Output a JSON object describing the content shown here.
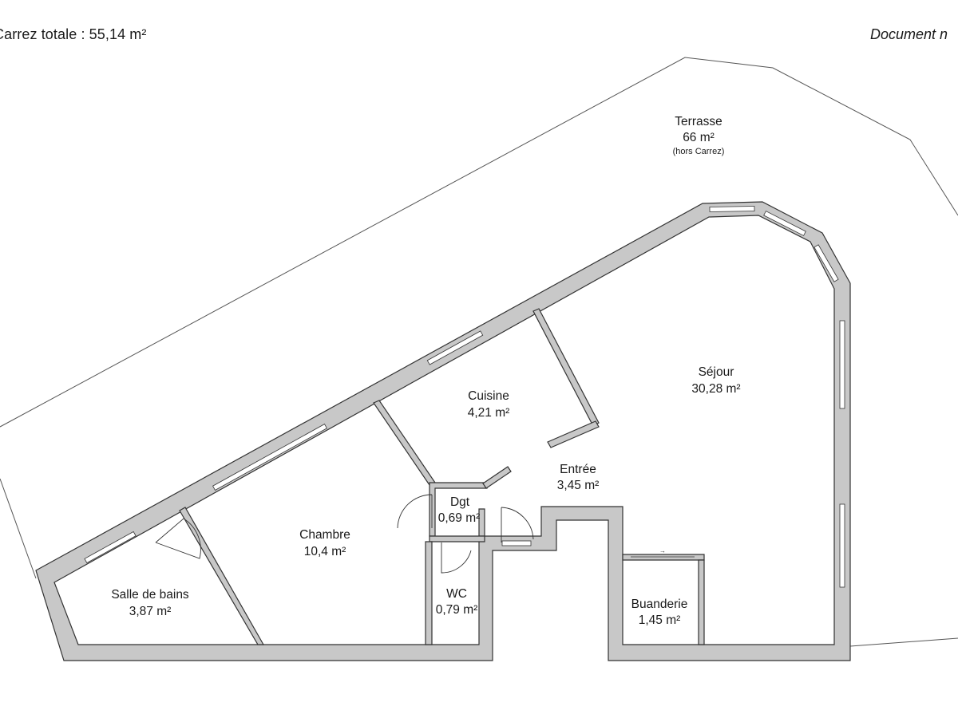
{
  "header": {
    "carrez_total": "Carrez totale :  55,14 m²",
    "note": "Document n"
  },
  "rooms": {
    "terrasse": {
      "name": "Terrasse",
      "area": "66 m²",
      "note": "(hors Carrez)"
    },
    "sejour": {
      "name": "Séjour",
      "area": "30,28 m²"
    },
    "cuisine": {
      "name": "Cuisine",
      "area": "4,21 m²"
    },
    "entree": {
      "name": "Entrée",
      "area": "3,45 m²"
    },
    "dgt": {
      "name": "Dgt",
      "area": "0,69 m²"
    },
    "chambre": {
      "name": "Chambre",
      "area": "10,4 m²"
    },
    "salle_de_bains": {
      "name": "Salle de bains",
      "area": "3,87 m²"
    },
    "wc": {
      "name": "WC",
      "area": "0,79 m²"
    },
    "buanderie": {
      "name": "Buanderie",
      "area": "1,45 m²"
    }
  },
  "colors": {
    "wall_fill": "#c8c8c8",
    "wall_stroke": "#333333",
    "outline": "#555555"
  }
}
